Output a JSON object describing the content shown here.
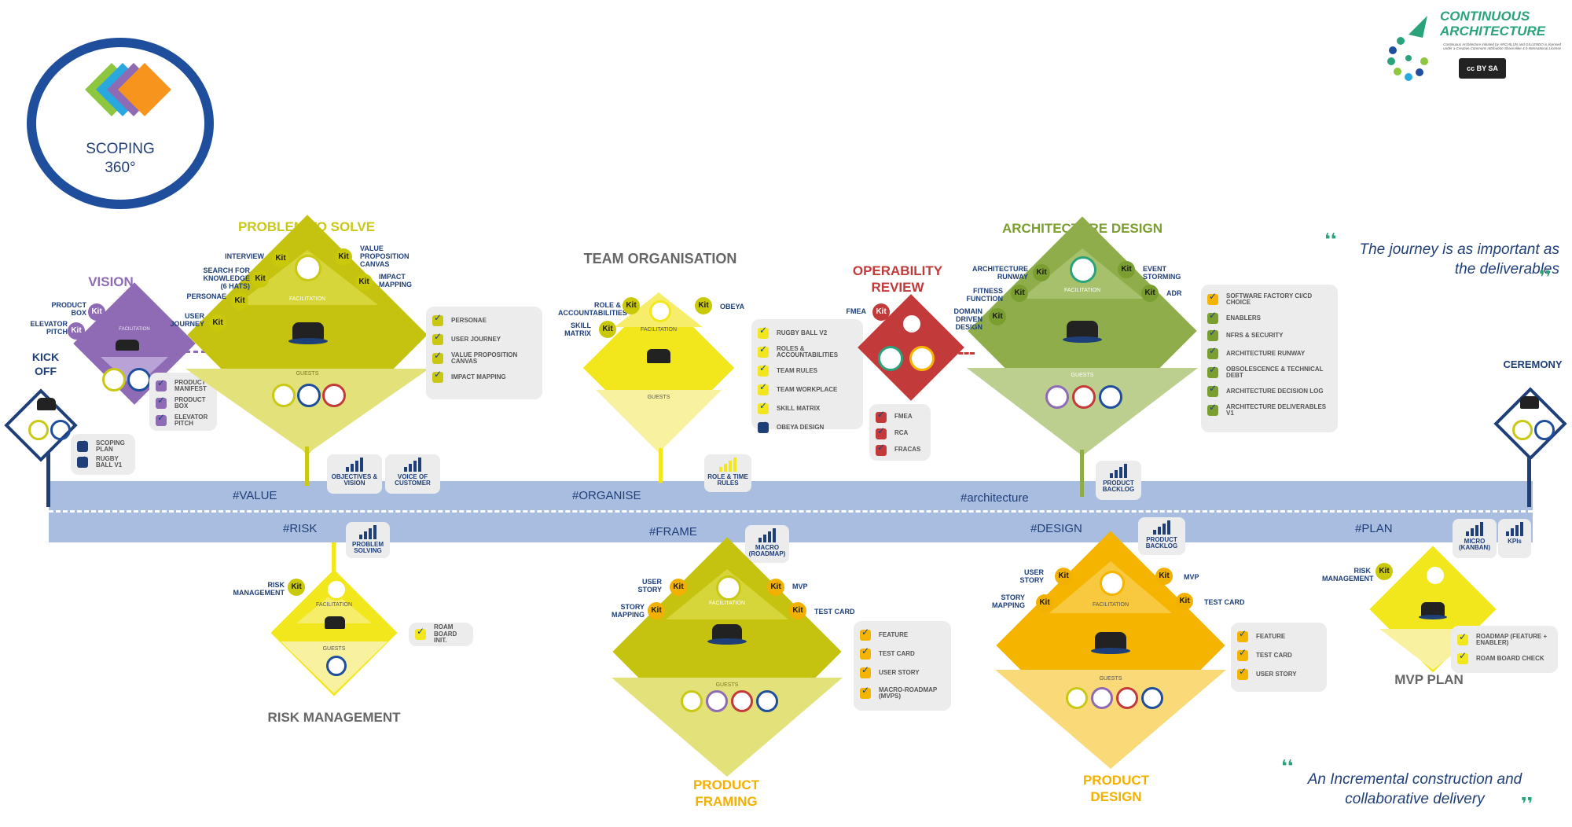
{
  "scoping": {
    "line1": "SCOPING",
    "line2": "360°"
  },
  "logo": {
    "line1": "CONTINUOUS",
    "line2": "ARCHITECTURE",
    "license": "Continuous Architecture initiated by ARCHILUN and GILLENDO is licensed under a Creative Commons Attribution-ShareAlike 4.0 International License",
    "cc": "cc BY SA"
  },
  "quotes": {
    "journey": "The journey is as important as the deliverables",
    "incremental": "An Incremental construction and collaborative delivery"
  },
  "timeline": {
    "tag_value": "#VALUE",
    "tag_risk": "#RISK",
    "tag_organise": "#ORGANISE",
    "tag_frame": "#FRAME",
    "tag_architecture": "#architecture",
    "tag_design": "#DESIGN",
    "tag_plan": "#PLAN"
  },
  "kickoff": {
    "title": "KICK OFF",
    "panel": [
      "SCOPING PLAN",
      "RUGBY BALL V1"
    ]
  },
  "ceremony": {
    "title": "CEREMONY"
  },
  "common": {
    "kit": "Kit",
    "facilitation": "FACILITATION",
    "guests": "GUESTS"
  },
  "vision": {
    "title": "VISION",
    "kits": [
      "PRODUCT BOX",
      "ELEVATOR PITCH"
    ],
    "panel": [
      "PRODUCT MANIFEST",
      "PRODUCT BOX",
      "ELEVATOR PITCH"
    ]
  },
  "problem": {
    "title": "PROBLEM TO SOLVE",
    "kits": [
      "INTERVIEW",
      "SEARCH FOR KNOWLEDGE (6 HATS)",
      "PERSONAE",
      "USER JOURNEY",
      "VALUE PROPOSITION CANVAS",
      "IMPACT MAPPING"
    ],
    "panel": [
      "PERSONAE",
      "USER JOURNEY",
      "VALUE PROPOSITION CANVAS",
      "IMPACT MAPPING"
    ],
    "card_objectives": "OBJECTIVES & VISION",
    "card_voice": "VOICE OF CUSTOMER"
  },
  "risk": {
    "title": "RISK MANAGEMENT",
    "kit": "RISK MANAGEMENT",
    "panel": [
      "ROAM BOARD INIT."
    ],
    "card": "PROBLEM SOLVING"
  },
  "team": {
    "title": "TEAM ORGANISATION",
    "kits": [
      "ROLE & ACCOUNTABILITIES",
      "SKILL MATRIX",
      "OBEYA"
    ],
    "panel": [
      "RUGBY BALL V2",
      "ROLES & ACCOUNTABILITIES",
      "TEAM RULES",
      "TEAM WORKPLACE",
      "SKILL MATRIX",
      "OBEYA DESIGN"
    ],
    "card": "ROLE & TIME RULES"
  },
  "framing": {
    "title": "PRODUCT FRAMING",
    "kits": [
      "USER STORY",
      "STORY MAPPING",
      "MVP",
      "TEST CARD"
    ],
    "panel": [
      "FEATURE",
      "TEST CARD",
      "USER STORY",
      "MACRO-ROADMAP (MVPs)"
    ],
    "card": "MACRO (ROADMAP)"
  },
  "operability": {
    "title": "OPERABILITY REVIEW",
    "kit": "FMEA",
    "panel": [
      "FMEA",
      "RCA",
      "FRACAS"
    ]
  },
  "archdesign": {
    "title": "ARCHITECTURE DESIGN",
    "kits": [
      "ARCHITECTURE RUNWAY",
      "FITNESS FUNCTION",
      "DOMAIN DRIVEN DESIGN",
      "EVENT STORMING",
      "ADR"
    ],
    "panel": [
      "SOFTWARE FACTORY CI/CD CHOICE",
      "ENABLERS",
      "NFRs & SECURITY",
      "ARCHITECTURE RUNWAY",
      "OBSOLESCENCE & TECHNICAL DEBT",
      "ARCHITECTURE DECISION LOG",
      "ARCHITECTURE DELIVERABLES V1"
    ],
    "card": "PRODUCT BACKLOG"
  },
  "pdesign": {
    "title": "PRODUCT DESIGN",
    "kits": [
      "USER STORY",
      "STORY MAPPING",
      "MVP",
      "TEST CARD"
    ],
    "panel": [
      "FEATURE",
      "TEST CARD",
      "USER STORY"
    ],
    "card": "PRODUCT BACKLOG"
  },
  "mvp": {
    "title": "MVP PLAN",
    "kit": "RISK MANAGEMENT",
    "panel": [
      "ROADMAP (FEATURE + ENABLER)",
      "ROAM BOARD CHECK"
    ],
    "card_micro": "MICRO (KANBAN)",
    "card_kpi": "KPIs"
  },
  "colors": {
    "yellowgreen": "#c9c814",
    "yellow": "#f2e71d",
    "olive": "#c5c30f",
    "purple": "#8e6bb4",
    "red": "#c23a3a",
    "green": "#7ea23a",
    "orange": "#f5b400",
    "navy": "#1f3f78",
    "road": "#a9bde0"
  }
}
